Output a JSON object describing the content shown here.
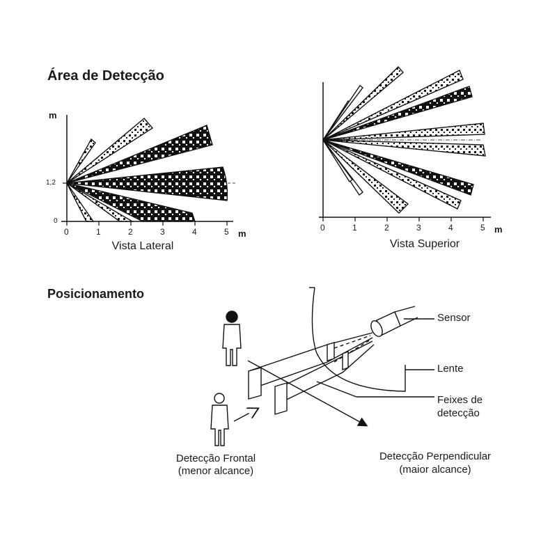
{
  "detection_title": "Área de Detecção",
  "positioning_title": "Posicionamento",
  "lateral": {
    "caption": "Vista Lateral",
    "y_unit": "m",
    "x_unit": "m",
    "y_ticks": [
      "1,2",
      "0"
    ],
    "x_ticks": [
      "0",
      "1",
      "2",
      "3",
      "4",
      "5"
    ]
  },
  "superior": {
    "caption": "Vista Superior",
    "x_unit": "m",
    "x_ticks": [
      "0",
      "1",
      "2",
      "3",
      "4",
      "5"
    ]
  },
  "positioning": {
    "sensor": "Sensor",
    "lens": "Lente",
    "beams_line1": "Feixes de",
    "beams_line2": "detecção",
    "frontal_line1": "Detecção Frontal",
    "frontal_line2": "(menor alcance)",
    "perp_line1": "Detecção Perpendicular",
    "perp_line2": "(maior alcance)"
  }
}
